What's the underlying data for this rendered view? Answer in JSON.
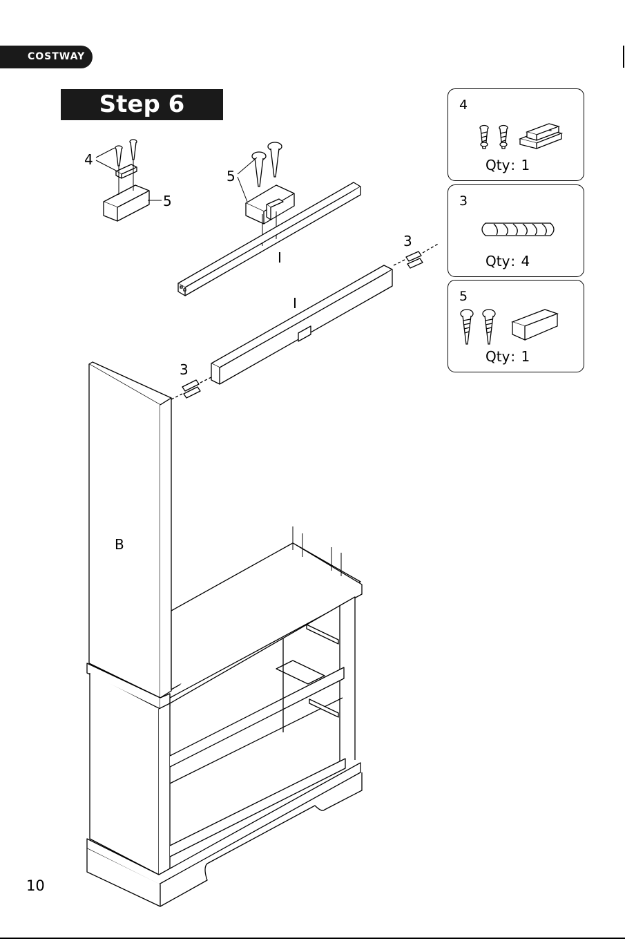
{
  "brand": "COSTWAY",
  "step_title": "Step 6",
  "page_number": "10",
  "parts": [
    {
      "id": "4",
      "qty_label": "Qty",
      "qty_sep": ":",
      "qty": "1",
      "icon": "screws-and-magnetic-catch"
    },
    {
      "id": "3",
      "qty_label": "Qty",
      "qty_sep": ":",
      "qty": "4",
      "icon": "wooden-dowel"
    },
    {
      "id": "5",
      "qty_label": "Qty",
      "qty_sep": ":",
      "qty": "1",
      "icon": "screws-and-wood-block"
    }
  ],
  "callouts": {
    "catch_small": "4",
    "block_small": "5",
    "block_rail": "5",
    "rail_upper": "I",
    "rail_lower": "I",
    "dowels_right": "3",
    "dowels_left": "3",
    "side_panel": "B"
  }
}
